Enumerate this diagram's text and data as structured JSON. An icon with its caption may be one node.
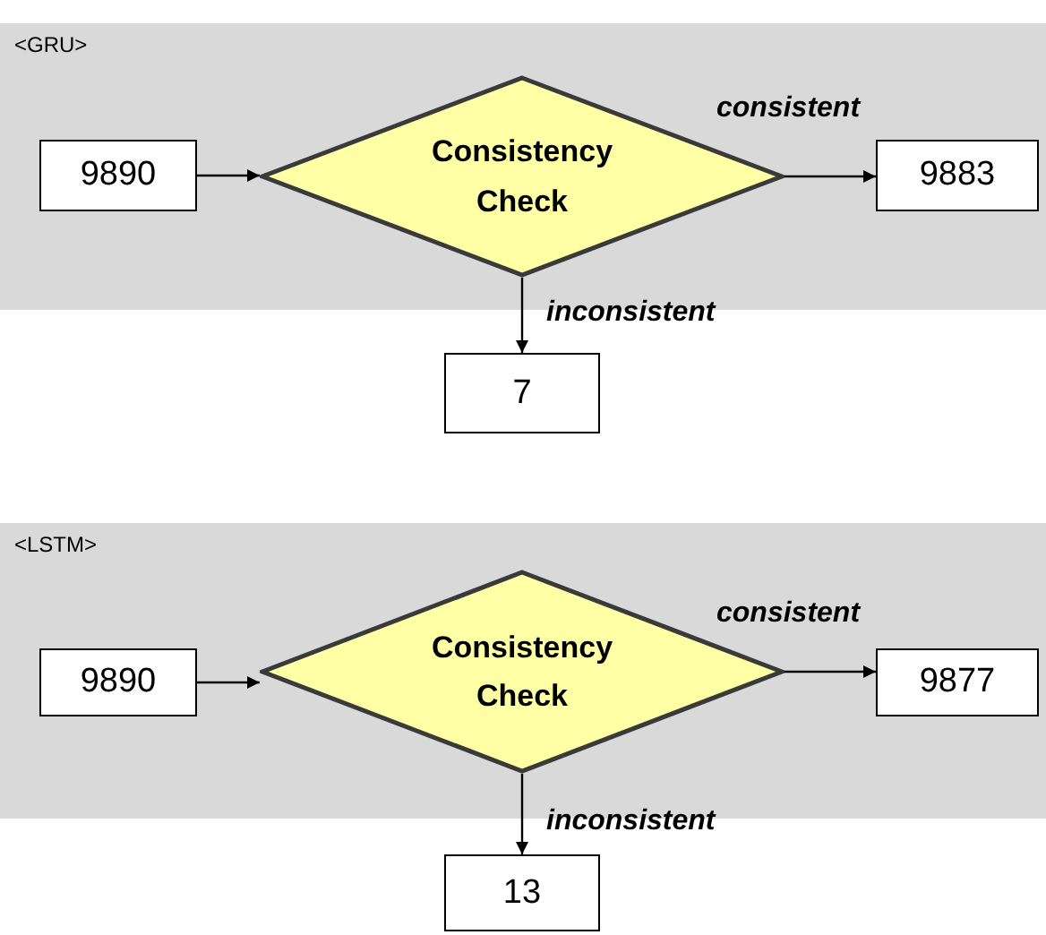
{
  "diagram": {
    "nodes": [
      {
        "text": [
          "<GRU>"
        ]
      },
      {
        "text": [
          "9890"
        ],
        "in": 0
      },
      {
        "text": [
          "Consistency Check"
        ],
        "in": 0
      },
      {
        "text": [
          "9883"
        ],
        "in": 0
      },
      {
        "text": [
          "7"
        ]
      },
      {
        "text": [
          "<LSTM>"
        ]
      },
      {
        "text": [
          "9890"
        ],
        "in": 5
      },
      {
        "text": [
          "Consistency Check"
        ],
        "in": 5
      },
      {
        "text": [
          "9877"
        ],
        "in": 5
      },
      {
        "text": [
          "13"
        ]
      }
    ],
    "edges": [
      {
        "from": 1,
        "to": 2,
        "arrow": "to"
      },
      {
        "from": 2,
        "to": 3,
        "arrow": "to",
        "label": "consistent"
      },
      {
        "from": 2,
        "to": 4,
        "arrow": "to",
        "label": "inconsistent"
      },
      {
        "from": 6,
        "to": 7,
        "arrow": "to"
      },
      {
        "from": 7,
        "to": 8,
        "arrow": "to",
        "label": "consistent"
      },
      {
        "from": 7,
        "to": 9,
        "arrow": "to",
        "label": "inconsistent"
      }
    ]
  }
}
